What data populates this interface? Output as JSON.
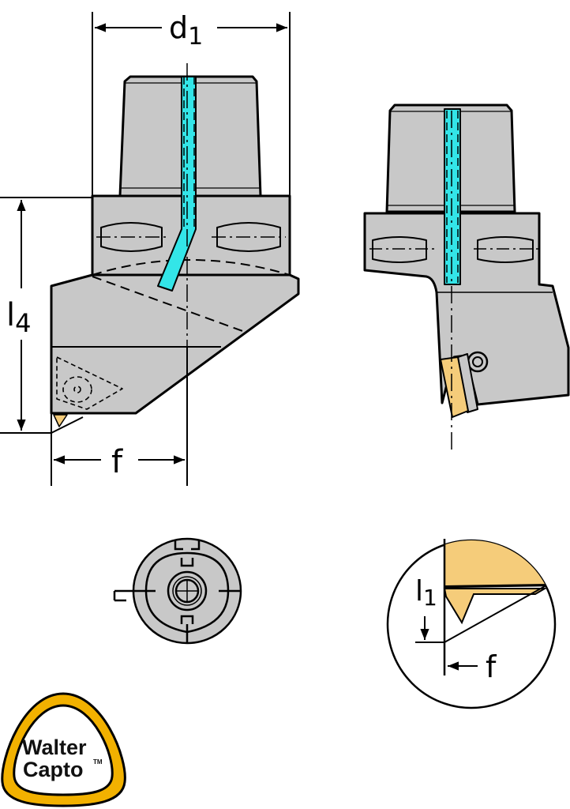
{
  "drawing": {
    "dimensions": {
      "d1": {
        "main": "d",
        "sub": "1"
      },
      "l4": {
        "main": "l",
        "sub": "4"
      },
      "f": "f",
      "l1": {
        "main": "l",
        "sub": "1"
      },
      "f_detail": "f"
    },
    "logo": {
      "line1": "Walter",
      "line2": "Capto",
      "tm": "TM"
    },
    "colors": {
      "body": "#c8c8c8",
      "coolant": "#33e5e8",
      "insert": "#f5cc7a",
      "logo_ring": "#f2b100",
      "outline": "#000000"
    }
  }
}
